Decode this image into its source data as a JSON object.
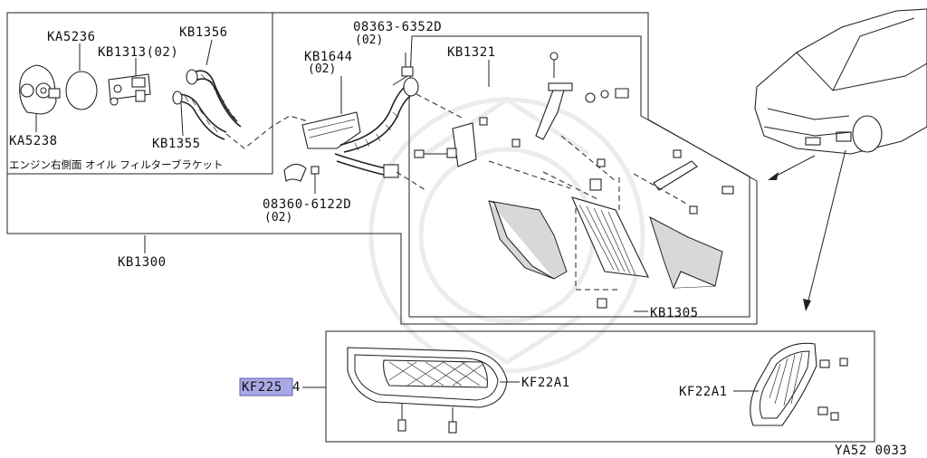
{
  "labels": {
    "ka5236": "KA5236",
    "kb1313": "KB1313(02)",
    "kb1356": "KB1356",
    "kb1355": "KB1355",
    "ka5238": "KA5238",
    "inset_caption": "エンジン右側面 オイル フィルターブラケット",
    "bolt_top_num": "08363-6352D",
    "bolt_top_qty": "(02)",
    "kb1644": "KB1644",
    "kb1644_qty": "(02)",
    "kb1321": "KB1321",
    "bolt_bottom_num": "08360-6122D",
    "bolt_bottom_qty": "(02)",
    "kb1300": "KB1300",
    "kb1305": "KB1305",
    "kf2254_highlight": "KF225",
    "kf2254_rest": "4",
    "kf22a1_left": "KF22A1",
    "kf22a1_right": "KF22A1",
    "figure_code": "YA52 0033"
  },
  "colors": {
    "highlight": "#a9a9e6",
    "line": "#222222"
  }
}
